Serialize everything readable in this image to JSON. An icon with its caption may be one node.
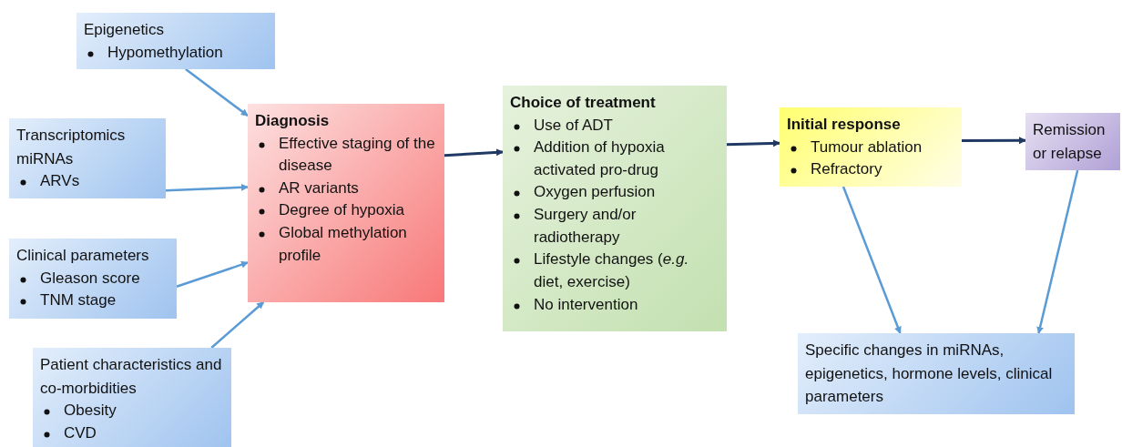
{
  "diagram": {
    "nodes": [
      {
        "text": [
          "Epigenetics",
          "Hypomethylation"
        ]
      },
      {
        "text": [
          "Transcriptomics",
          "miRNAs",
          "ARVs"
        ]
      },
      {
        "text": [
          "Clinical parameters",
          "Gleason score",
          "TNM stage"
        ]
      },
      {
        "text": [
          "Patient characteristics and co-morbidities",
          "Obesity",
          "CVD"
        ]
      },
      {
        "text": [
          "Diagnosis",
          "Effective staging of the disease",
          "AR variants",
          "Degree of hypoxia",
          "Global methylation profile"
        ]
      },
      {
        "text": [
          "Choice of treatment",
          "Use of ADT",
          "Addition of hypoxia activated pro-drug",
          "Oxygen perfusion",
          "Surgery and/or radiotherapy",
          "Lifestyle changes (*e.g.* diet, exercise)",
          "No intervention"
        ]
      },
      {
        "text": [
          "Initial response",
          "Tumour ablation",
          "Refractory"
        ]
      },
      {
        "text": [
          "Remission or relapse"
        ]
      },
      {
        "text": [
          "Specific changes in miRNAs, epigenetics, hormone levels, clinical parameters"
        ]
      }
    ],
    "edges": [
      {
        "from": 0,
        "to": 4,
        "arrow": "to"
      },
      {
        "from": 1,
        "to": 4,
        "arrow": "to"
      },
      {
        "from": 2,
        "to": 4,
        "arrow": "to"
      },
      {
        "from": 3,
        "to": 4,
        "arrow": "to"
      },
      {
        "from": 4,
        "to": 5,
        "arrow": "to",
        "color": "#1f3864"
      },
      {
        "from": 5,
        "to": 6,
        "arrow": "to",
        "color": "#1f3864"
      },
      {
        "from": 6,
        "to": 7,
        "arrow": "to",
        "color": "#1f3864"
      },
      {
        "from": 6,
        "to": 8,
        "arrow": "to"
      },
      {
        "from": 7,
        "to": 8,
        "arrow": "to"
      }
    ]
  }
}
